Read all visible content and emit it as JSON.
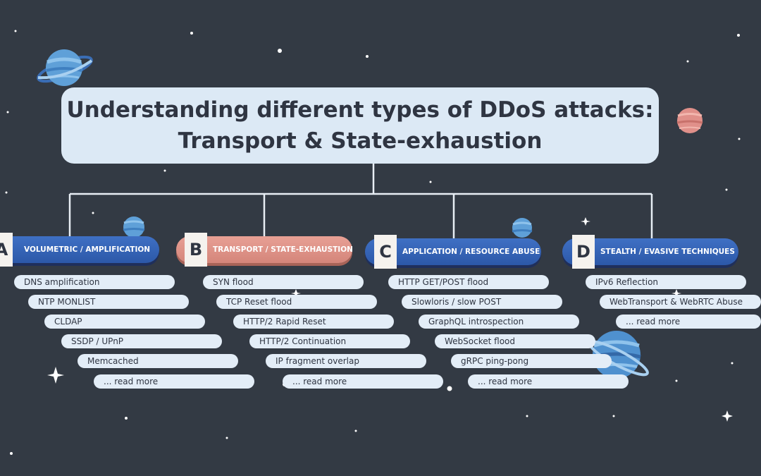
{
  "title": {
    "line1": "Understanding different types of DDoS attacks:",
    "line2": "Transport & State-exhaustion"
  },
  "categories": [
    {
      "letter": "A",
      "label": "VOLUMETRIC / AMPLIFICATION",
      "color": "#3562b6",
      "items": [
        "DNS amplification",
        "NTP MONLIST",
        "CLDAP",
        "SSDP / UPnP",
        "Memcached",
        "... read more"
      ]
    },
    {
      "letter": "B",
      "label": "TRANSPORT / STATE-EXHAUSTION",
      "color": "#e0958a",
      "items": [
        "SYN flood",
        "TCP Reset flood",
        "HTTP/2 Rapid Reset",
        "HTTP/2 Continuation",
        "IP fragment overlap",
        "... read more"
      ]
    },
    {
      "letter": "C",
      "label": "APPLICATION / RESOURCE ABUSE",
      "color": "#3562b6",
      "items": [
        "HTTP GET/POST flood",
        "Slowloris / slow POST",
        "GraphQL introspection",
        "WebSocket flood",
        "gRPC ping-pong",
        "... read more"
      ]
    },
    {
      "letter": "D",
      "label": "STEALTH / EVASIVE TECHNIQUES",
      "color": "#3562b6",
      "items": [
        "IPv6 Reflection",
        "WebTransport & WebRTC Abuse",
        "... read more"
      ]
    }
  ],
  "colors": {
    "background": "#333a44",
    "title_box": "#dce9f5",
    "item_pill": "#e3edf7",
    "connector": "#e8eef5"
  },
  "decorations": [
    "planet-icon",
    "star-icon"
  ]
}
